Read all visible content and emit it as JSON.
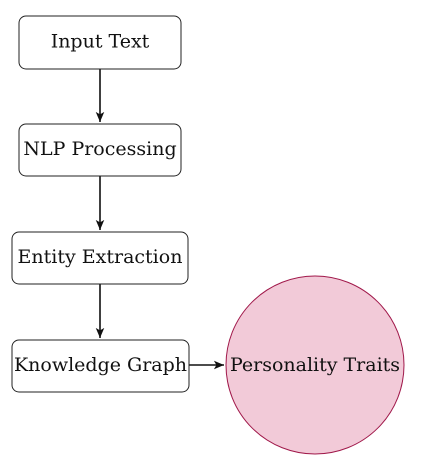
{
  "nodes": [
    {
      "id": "input_text",
      "label": "Input Text"
    },
    {
      "id": "nlp_processing",
      "label": "NLP Processing"
    },
    {
      "id": "entity_extraction",
      "label": "Entity Extraction"
    },
    {
      "id": "knowledge_graph",
      "label": "Knowledge Graph"
    },
    {
      "id": "personality_traits",
      "label": "Personality Traits"
    }
  ],
  "edges": [
    {
      "from": "input_text",
      "to": "nlp_processing"
    },
    {
      "from": "nlp_processing",
      "to": "entity_extraction"
    },
    {
      "from": "entity_extraction",
      "to": "knowledge_graph"
    },
    {
      "from": "knowledge_graph",
      "to": "personality_traits"
    }
  ],
  "colors": {
    "circle_fill": "#f2cad8",
    "circle_stroke": "#a0184a",
    "box_stroke": "#222222"
  }
}
